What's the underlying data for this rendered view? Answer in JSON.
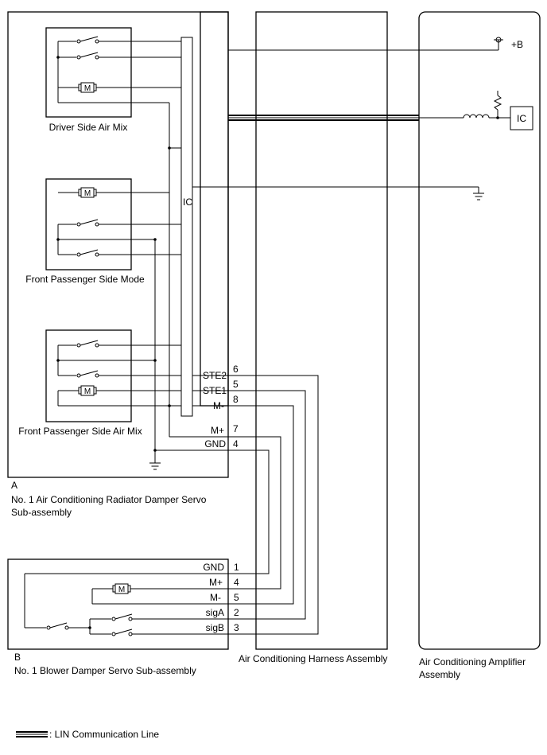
{
  "components": {
    "servo_a": {
      "letter": "A",
      "name_line1": "No. 1 Air Conditioning Radiator Damper Servo",
      "name_line2": "Sub-assembly",
      "ic_label": "IC",
      "subunits": [
        {
          "label": "Driver Side Air Mix"
        },
        {
          "label": "Front Passenger Side Mode"
        },
        {
          "label": "Front Passenger Side Air Mix"
        }
      ],
      "pins": [
        {
          "name": "STE2",
          "num": "6"
        },
        {
          "name": "STE1",
          "num": "5"
        },
        {
          "name": "M-",
          "num": "8"
        },
        {
          "name": "M+",
          "num": "7"
        },
        {
          "name": "GND",
          "num": "4"
        }
      ]
    },
    "servo_b": {
      "letter": "B",
      "name": "No. 1 Blower Damper Servo Sub-assembly",
      "pins": [
        {
          "name": "GND",
          "num": "1"
        },
        {
          "name": "M+",
          "num": "4"
        },
        {
          "name": "M-",
          "num": "5"
        },
        {
          "name": "sigA",
          "num": "2"
        },
        {
          "name": "sigB",
          "num": "3"
        }
      ]
    },
    "harness": {
      "name": "Air Conditioning Harness Assembly"
    },
    "amplifier": {
      "name_line1": "Air Conditioning Amplifier",
      "name_line2": "Assembly",
      "power_label": "+B",
      "ic_label": "IC"
    }
  },
  "legend": {
    "lin_label": ": LIN Communication Line"
  }
}
